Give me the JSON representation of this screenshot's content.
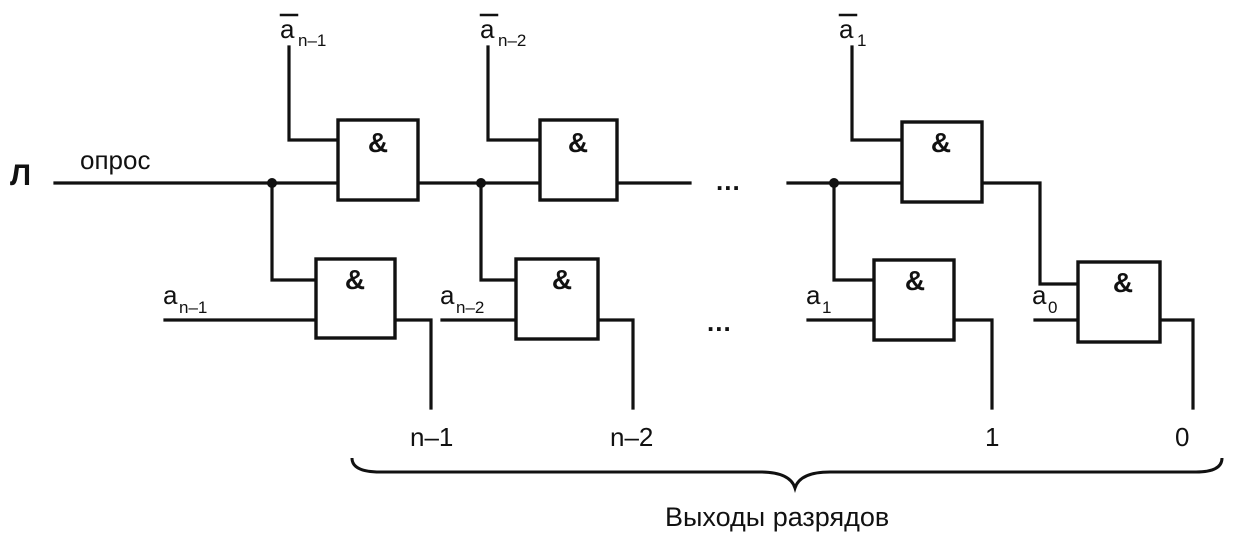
{
  "pulse_symbol": "Л",
  "poll_label": "опрос",
  "gate_symbol": "&",
  "ellipsis": "...",
  "inputs": {
    "nbar_n1": {
      "base": "a",
      "sub": "n–1"
    },
    "nbar_n2": {
      "base": "a",
      "sub": "n–2"
    },
    "nbar_1": {
      "base": "a",
      "sub": "1"
    },
    "a_n1": {
      "base": "a",
      "sub": "n–1"
    },
    "a_n2": {
      "base": "a",
      "sub": "n–2"
    },
    "a_1": {
      "base": "a",
      "sub": "1"
    },
    "a_0": {
      "base": "a",
      "sub": "0"
    }
  },
  "outputs": [
    "n–1",
    "n–2",
    "1",
    "0"
  ],
  "outputs_caption": "Выходы разрядов"
}
